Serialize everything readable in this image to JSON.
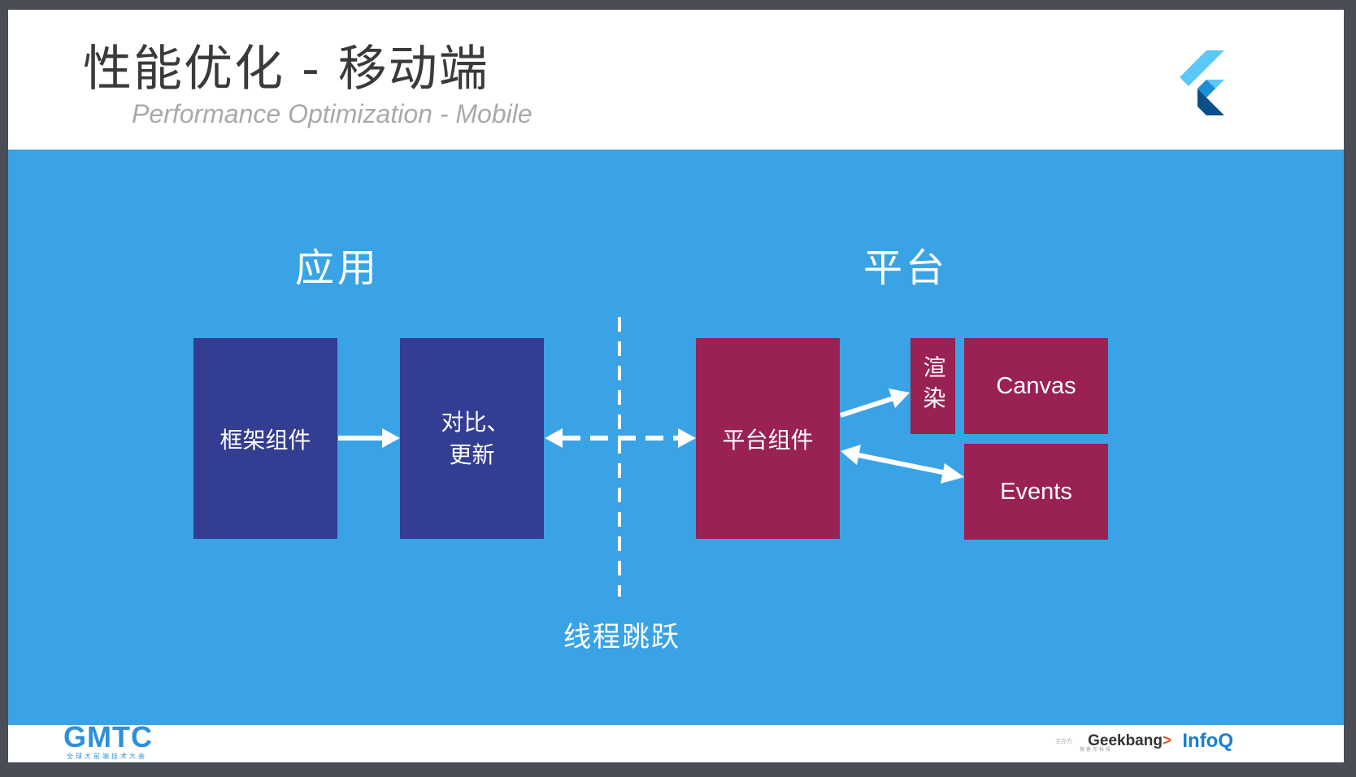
{
  "slide": {
    "title": "性能优化 - 移动端",
    "subtitle": "Performance Optimization - Mobile"
  },
  "diagram": {
    "app_label": "应用",
    "platform_label": "平台",
    "boxes": {
      "framework_widgets": "框架组件",
      "diff_update_line1": "对比、",
      "diff_update_line2": "更新",
      "platform_widgets": "平台组件",
      "render": "渲染",
      "canvas": "Canvas",
      "events": "Events"
    },
    "thread_hop_label": "线程跳跃"
  },
  "footer": {
    "conference_logo": "GMTC",
    "conference_subtitle": "全球大前端技术大会",
    "sponsor_note": "主办方",
    "sponsor_geekbang": "Geekbang",
    "sponsor_geekbang_mark": ">",
    "sponsor_geekbang_sub": "极客邦科技",
    "sponsor_infoq": "InfoQ"
  },
  "colors": {
    "stage_bg": "#3aa3e6",
    "app_box": "#333d91",
    "platform_box": "#9a2153",
    "title_text": "#3a3a3a",
    "subtitle_text": "#a9a9a9"
  },
  "icons": {
    "logo": "flutter-logo-icon"
  }
}
